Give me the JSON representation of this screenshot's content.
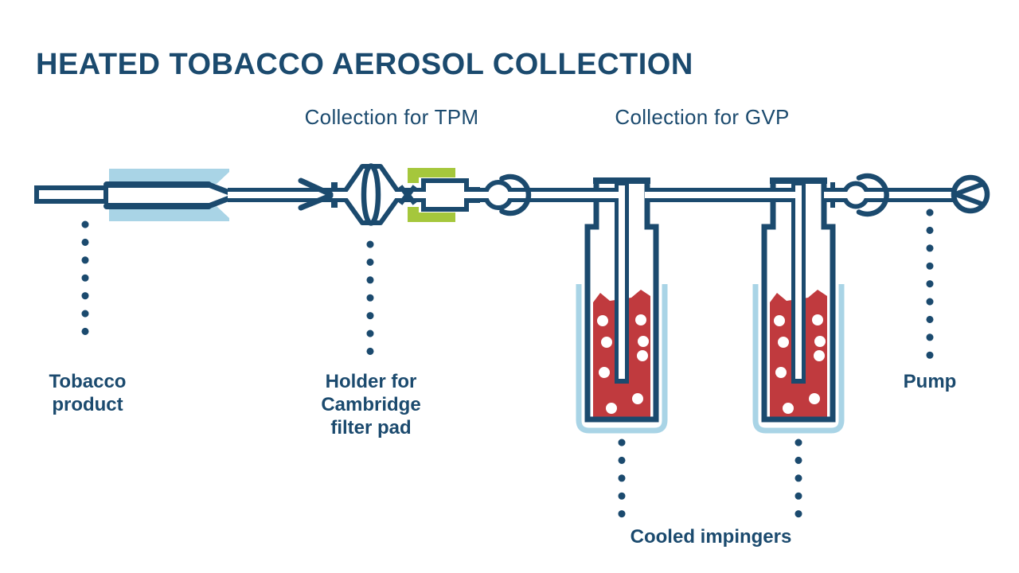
{
  "title": "HEATED TOBACCO AEROSOL COLLECTION",
  "sections": {
    "tpm": "Collection for TPM",
    "gvp": "Collection for GVP"
  },
  "labels": {
    "tobacco_product": {
      "lines": [
        "Tobacco",
        "product"
      ]
    },
    "filter_holder": {
      "lines": [
        "Holder for",
        "Cambridge",
        "filter pad"
      ]
    },
    "cooled_impingers": {
      "lines": [
        "Cooled impingers"
      ]
    },
    "pump": {
      "lines": [
        "Pump"
      ]
    }
  },
  "components": [
    "tobacco-product",
    "tobacco-product-holder",
    "flow-arrow",
    "cone-with-cambridge-filter-pad",
    "cambridge-filter-pad-holder",
    "ball-joint-1",
    "cooled-impinger-1",
    "cooled-impinger-2",
    "ball-joint-2",
    "pump"
  ],
  "colors": {
    "ink": "#1b4a6e",
    "light_blue": "#a9d4e6",
    "green": "#a5c73c",
    "red": "#c03a3e",
    "background": "#ffffff"
  }
}
